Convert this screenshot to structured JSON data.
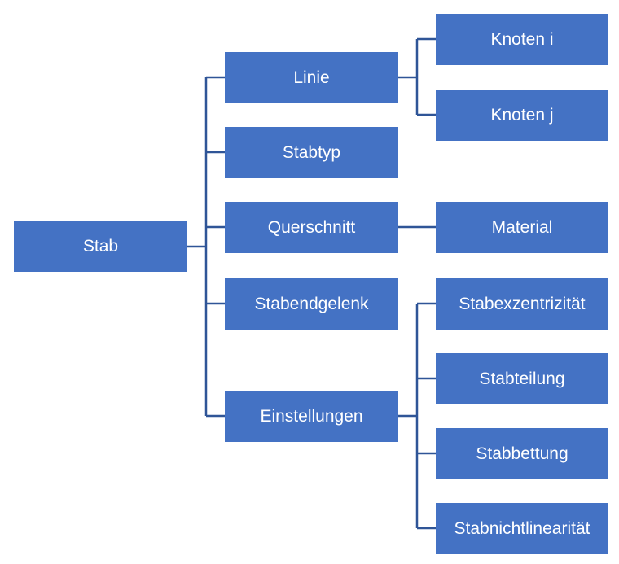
{
  "nodes": {
    "stab": "Stab",
    "linie": "Linie",
    "stabtyp": "Stabtyp",
    "querschnitt": "Querschnitt",
    "stabendgelenk": "Stabendgelenk",
    "einstellungen": "Einstellungen",
    "knoten_i": "Knoten i",
    "knoten_j": "Knoten j",
    "material": "Material",
    "stabexzentrizitaet": "Stabexzentrizität",
    "stabteilung": "Stabteilung",
    "stabbettung": "Stabbettung",
    "stabnichtlinearitaet": "Stabnichtlinearität"
  },
  "colors": {
    "box_fill": "#4472C4",
    "connector": "#2F5597",
    "text": "#FFFFFF"
  }
}
